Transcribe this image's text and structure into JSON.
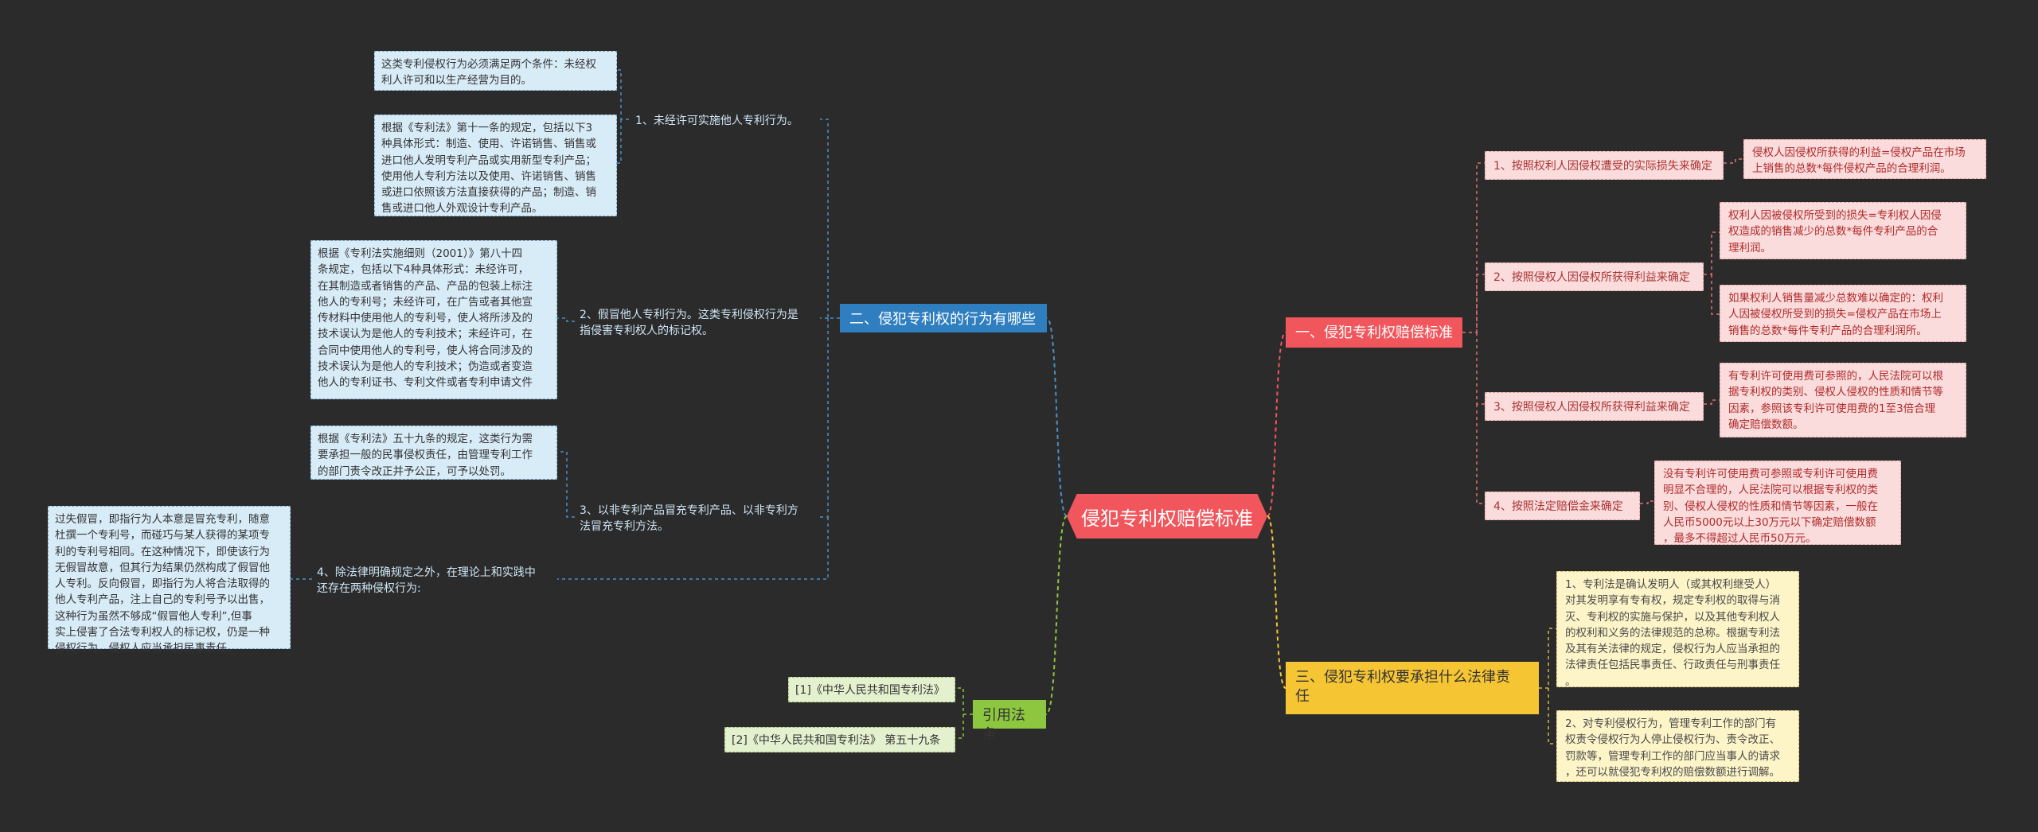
{
  "root": {
    "label": "侵犯专利权赔偿标准"
  },
  "branches": {
    "behavior": {
      "label": "二、侵犯专利权的行为有哪些",
      "items": [
        {
          "label": "1、未经许可实施他人专利行为。",
          "details": [
            "这类专利侵权行为必须满足两个条件：未经权\n利人许可和以生产经营为目的。",
            "根据《专利法》第十一条的规定，包括以下3\n种具体形式：制造、使用、许诺销售、销售或\n进口他人发明专利产品或实用新型专利产品；\n使用他人专利方法以及使用、许诺销售、销售\n或进口依照该方法直接获得的产品；制造、销\n售或进口他人外观设计专利产品。"
          ]
        },
        {
          "label": "2、假冒他人专利行为。这类专利侵权行为是\n指侵害专利权人的标记权。",
          "details": [
            "根据《专利法实施细则（2001）》第八十四\n条规定，包括以下4种具体形式：未经许可，\n在其制造或者销售的产品、产品的包装上标注\n他人的专利号；未经许可，在广告或者其他宣\n传材料中使用他人的专利号，使人将所涉及的\n技术误认为是他人的专利技术；未经许可，在\n合同中使用他人的专利号，使人将合同涉及的\n技术误认为是他人的专利技术；伪造或者变造\n他人的专利证书、专利文件或者专利申请文件\n。"
          ]
        },
        {
          "label": "3、以非专利产品冒充专利产品、以非专利方\n法冒充专利方法。",
          "details": [
            "根据《专利法》五十九条的规定，这类行为需\n要承担一般的民事侵权责任，由管理专利工作\n的部门责令改正并予公正，可予以处罚。"
          ]
        },
        {
          "label": "4、除法律明确规定之外，在理论上和实践中\n还存在两种侵权行为:",
          "details": [
            "过失假冒，即指行为人本意是冒充专利，随意\n杜撰一个专利号，而碰巧与某人获得的某项专\n利的专利号相同。在这种情况下，即使该行为\n无假冒故意，但其行为结果仍然构成了假冒他\n人专利。反向假冒，即指行为人将合法取得的\n他人专利产品，注上自己的专利号予以出售，\n这种行为虽然不够成“假冒他人专利”,但事\n实上侵害了合法专利权人的标记权，仍是一种\n侵权行为，侵权人应当承担民事责任。"
          ]
        }
      ]
    },
    "standard": {
      "label": "一、侵犯专利权赔偿标准",
      "items": [
        {
          "label": "1、按照权利人因侵权遭受的实际损失来确定",
          "details": [
            "侵权人因侵权所获得的利益=侵权产品在市场\n上销售的总数*每件侵权产品的合理利润。"
          ]
        },
        {
          "label": "2、按照侵权人因侵权所获得利益来确定",
          "details": [
            "权利人因被侵权所受到的损失=专利权人因侵\n权造成的销售减少的总数*每件专利产品的合\n理利润。",
            "如果权利人销售量减少总数难以确定的：权利\n人因被侵权所受到的损失=侵权产品在市场上\n销售的总数*每件专利产品的合理利润所。"
          ]
        },
        {
          "label": "3、按照侵权人因侵权所获得利益来确定",
          "details": [
            "有专利许可使用费可参照的，人民法院可以根\n据专利权的类别、侵权人侵权的性质和情节等\n因素，参照该专利许可使用费的1至3倍合理\n确定赔偿数额。"
          ]
        },
        {
          "label": "4、按照法定赔偿金来确定",
          "details": [
            "没有专利许可使用费可参照或专利许可使用费\n明显不合理的，人民法院可以根据专利权的类\n别、侵权人侵权的性质和情节等因素，一般在\n人民币5000元以上30万元以下确定赔偿数额\n，最多不得超过人民币50万元。"
          ]
        }
      ]
    },
    "liability": {
      "label": "三、侵犯专利权要承担什么法律责\n任",
      "details": [
        "1、专利法是确认发明人（或其权利继受人）\n对其发明享有专有权，规定专利权的取得与消\n灭、专利权的实施与保护，以及其他专利权人\n的权利和义务的法律规范的总称。根据专利法\n及其有关法律的规定，侵权行为人应当承担的\n法律责任包括民事责任、行政责任与刑事责任\n。",
        "2、对专利侵权行为，管理专利工作的部门有\n权责令侵权行为人停止侵权行为、责令改正、\n罚款等，管理专利工作的部门应当事人的请求\n，还可以就侵犯专利权的赔偿数额进行调解。"
      ]
    },
    "citations": {
      "label": "引用法条",
      "items": [
        "[1]《中华人民共和国专利法》",
        "[2]《中华人民共和国专利法》 第五十九条"
      ]
    }
  },
  "colors": {
    "background": "#2b2b2b",
    "root": "#f0565c",
    "blue": "#2f7fc0",
    "red": "#f0565c",
    "yellow": "#f6c534",
    "green": "#8dc63f"
  }
}
